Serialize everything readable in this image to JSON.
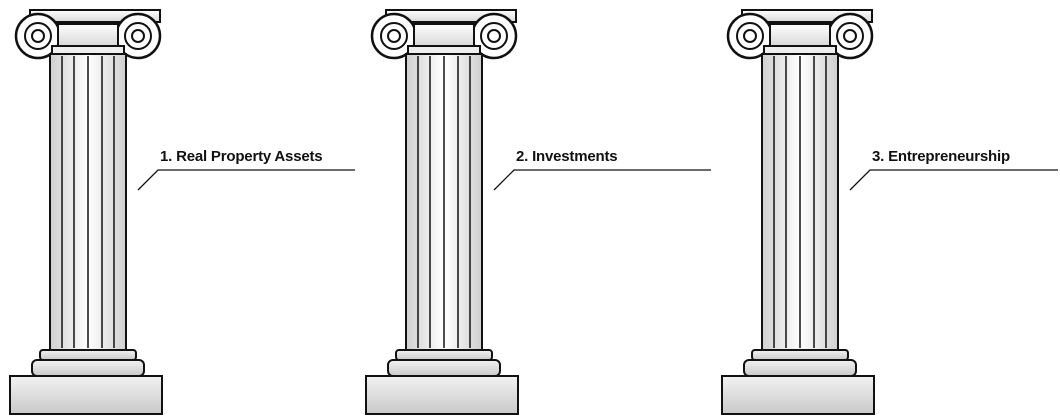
{
  "pillars": [
    {
      "label": "1. Real Property Assets"
    },
    {
      "label": "2. Investments"
    },
    {
      "label": "3. Entrepreneurship"
    }
  ]
}
